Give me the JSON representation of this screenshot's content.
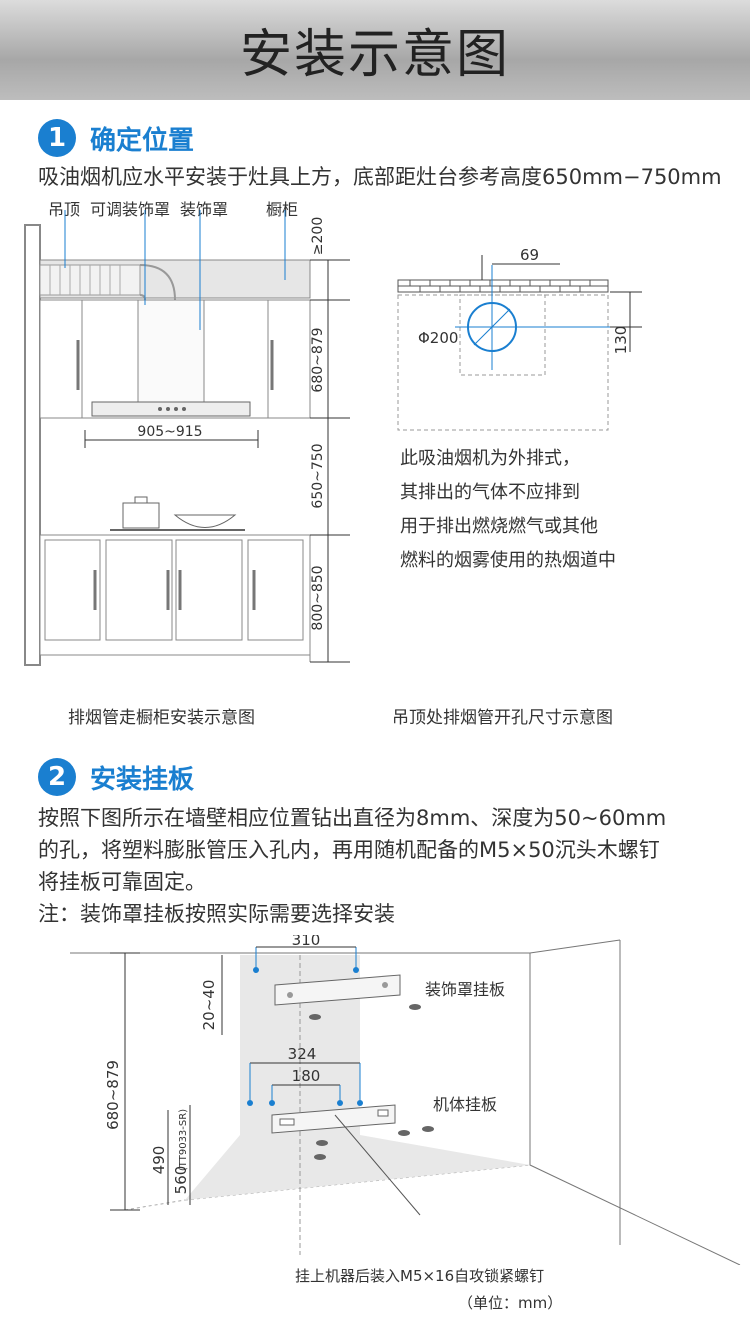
{
  "header": {
    "title": "安装示意图"
  },
  "step1": {
    "number": "1",
    "title": "确定位置",
    "desc": "吸油烟机应水平安装于灶具上方，底部距灶台参考高度650mm−750mm",
    "labels": [
      "吊顶",
      "可调装饰罩",
      "装饰罩",
      "橱柜"
    ],
    "dims": {
      "ceiling_gap": "≥200",
      "hood_height": "680~879",
      "hood_width": "905~915",
      "stove_gap": "650~750",
      "cabinet_height": "800~850"
    },
    "hole": {
      "offset": "69",
      "diameter": "Φ200",
      "depth": "130"
    },
    "notes": [
      "此吸油烟机为外排式，",
      "其排出的气体不应排到",
      "用于排出燃烧燃气或其他",
      "燃料的烟雾使用的热烟道中"
    ],
    "caption_left": "排烟管走橱柜安装示意图",
    "caption_right": "吊顶处排烟管开孔尺寸示意图"
  },
  "step2": {
    "number": "2",
    "title": "安装挂板",
    "desc_lines": [
      "按照下图所示在墙壁相应位置钻出直径为8mm、深度为50~60mm",
      "的孔，将塑料膨胀管压入孔内，再用随机配备的M5×50沉头木螺钉",
      "将挂板可靠固定。"
    ],
    "note": "注：装饰罩挂板按照实际需要选择安装",
    "dims": {
      "top_width": "310",
      "top_gap": "20~40",
      "mid_width": "324",
      "inner_width": "180",
      "total_height": "680~879",
      "h490": "490",
      "h560": "560",
      "model": "(TT9033-SR)"
    },
    "labels": {
      "cover_plate": "装饰罩挂板",
      "body_plate": "机体挂板",
      "screw_note": "挂上机器后装入M5×16自攻锁紧螺钉",
      "unit": "（单位：mm）"
    }
  }
}
